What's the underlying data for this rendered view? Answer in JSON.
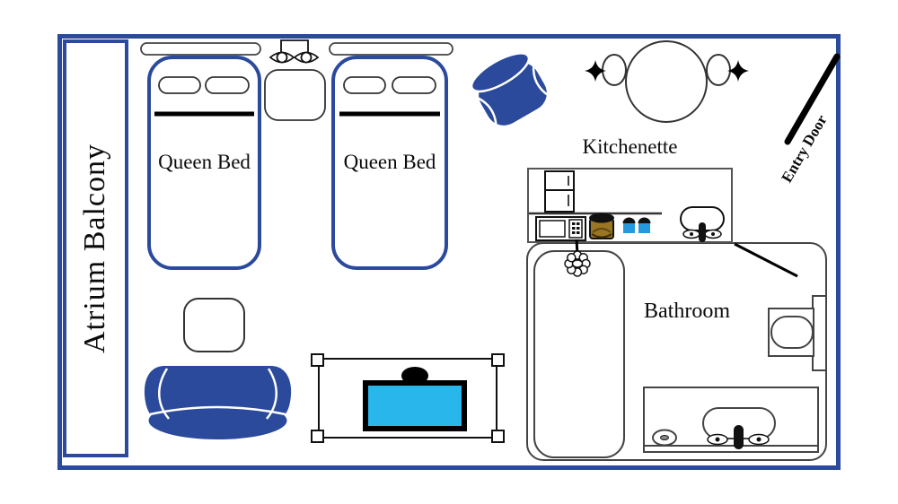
{
  "labels": {
    "balcony": "Atrium Balcony",
    "kitchenette": "Kitchenette",
    "bathroom": "Bathroom",
    "entry_door": "Entry Door"
  },
  "beds": [
    {
      "label": "Queen Bed"
    },
    {
      "label": "Queen Bed"
    }
  ],
  "colors": {
    "wall_blue": "#2b4a9c",
    "furniture_blue": "#2b4a9c",
    "tv_screen_cyan": "#29b6ea",
    "coffee_maker_brown": "#9a7522",
    "cup_blue": "#2499dd",
    "outline_black": "#222222"
  },
  "furniture_icons": [
    "headboard-icon",
    "wall-sconce-lamp-icon",
    "queen-bed-icon",
    "pillow-icon",
    "nightstand-icon",
    "barrel-chair-icon",
    "vanity-mirror-icon",
    "sparkle-icon",
    "entry-door-icon",
    "kitchenette-counter-icon",
    "fridge-icon",
    "microwave-icon",
    "coffee-maker-icon",
    "coffee-cups-icon",
    "sink-icon",
    "shower-icon",
    "shower-head-icon",
    "toilet-icon",
    "bathtub-icon",
    "faucet-icon",
    "tv-stand-icon",
    "tv-icon",
    "sofa-icon",
    "ottoman-icon",
    "door-swing-icon"
  ]
}
